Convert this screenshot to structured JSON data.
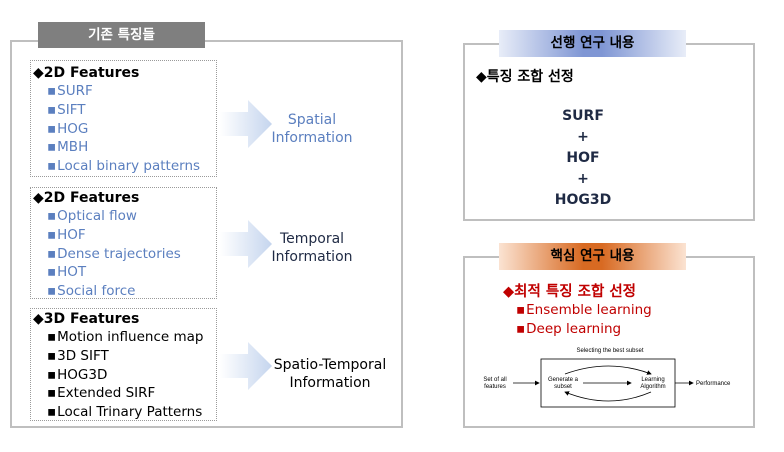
{
  "left_panel": {
    "title": "기존 특징들",
    "groups": [
      {
        "header": "◆2D Features",
        "items": [
          "SURF",
          "SIFT",
          "HOG",
          "MBH",
          "Local binary patterns"
        ],
        "info": [
          "Spatial",
          "Information"
        ]
      },
      {
        "header": "◆2D Features",
        "items": [
          "Optical flow",
          "HOF",
          "Dense trajectories",
          "HOT",
          "Social force"
        ],
        "info": [
          "Temporal",
          "Information"
        ]
      },
      {
        "header": "◆3D Features",
        "items": [
          "Motion influence map",
          "3D SIFT",
          "HOG3D",
          "Extended SIRF",
          "Local Trinary Patterns"
        ],
        "info": [
          "Spatio-Temporal",
          "Information"
        ]
      }
    ]
  },
  "prior_panel": {
    "title": "선행 연구 내용",
    "subtitle": "◆특징 조합 선정",
    "combo": [
      "SURF",
      "+",
      "HOF",
      "+",
      "HOG3D"
    ]
  },
  "core_panel": {
    "title": "핵심 연구 내용",
    "subtitle": "◆최적 특징 조합 선정",
    "items": [
      "Ensemble learning",
      "Deep learning"
    ],
    "diagram": {
      "top_label": "Selecting the best subset",
      "input": [
        "Set of all",
        "features"
      ],
      "generate": [
        "Generate a",
        "subset"
      ],
      "learning": [
        "Learning",
        "Algorithm"
      ],
      "output": "Performance"
    }
  },
  "colors": {
    "left_tab": "#7f7f7f",
    "prior_tab_start": "#7f96d4",
    "prior_tab_end": "#e8edf8",
    "core_tab_start": "#d86a22",
    "core_tab_end": "#fbe3d2",
    "blue_text": "#5b7fbf",
    "red_text": "#c00000"
  }
}
